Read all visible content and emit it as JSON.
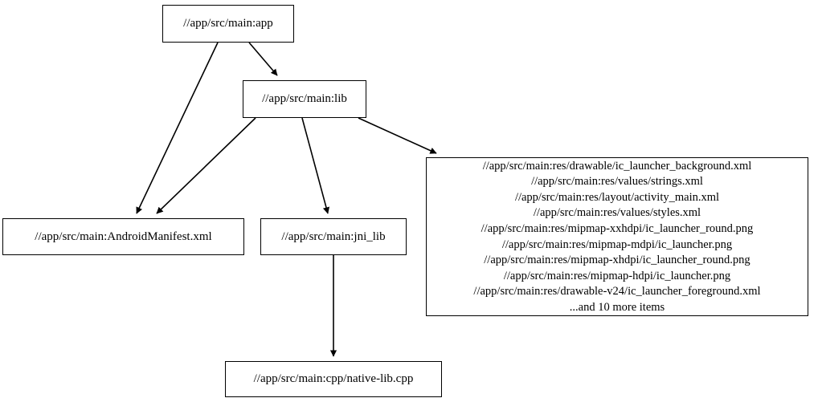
{
  "graph": {
    "type": "directed-dependency-graph",
    "background_color": "#ffffff",
    "node_border_color": "#000000",
    "edge_color": "#000000",
    "text_color": "#000000",
    "nodes": [
      {
        "id": "app",
        "label": "//app/src/main:app"
      },
      {
        "id": "lib",
        "label": "//app/src/main:lib"
      },
      {
        "id": "manifest",
        "label": "//app/src/main:AndroidManifest.xml"
      },
      {
        "id": "jni_lib",
        "label": "//app/src/main:jni_lib"
      },
      {
        "id": "native_lib",
        "label": "//app/src/main:cpp/native-lib.cpp"
      },
      {
        "id": "resources",
        "lines": [
          "//app/src/main:res/drawable/ic_launcher_background.xml",
          "//app/src/main:res/values/strings.xml",
          "//app/src/main:res/layout/activity_main.xml",
          "//app/src/main:res/values/styles.xml",
          "//app/src/main:res/mipmap-xxhdpi/ic_launcher_round.png",
          "//app/src/main:res/mipmap-mdpi/ic_launcher.png",
          "//app/src/main:res/mipmap-xhdpi/ic_launcher_round.png",
          "//app/src/main:res/mipmap-hdpi/ic_launcher.png",
          "//app/src/main:res/drawable-v24/ic_launcher_foreground.xml",
          "...and 10 more items"
        ]
      }
    ],
    "edges": [
      {
        "from": "app",
        "to": "manifest"
      },
      {
        "from": "app",
        "to": "lib"
      },
      {
        "from": "lib",
        "to": "manifest"
      },
      {
        "from": "lib",
        "to": "jni_lib"
      },
      {
        "from": "lib",
        "to": "resources"
      },
      {
        "from": "jni_lib",
        "to": "native_lib"
      }
    ]
  }
}
